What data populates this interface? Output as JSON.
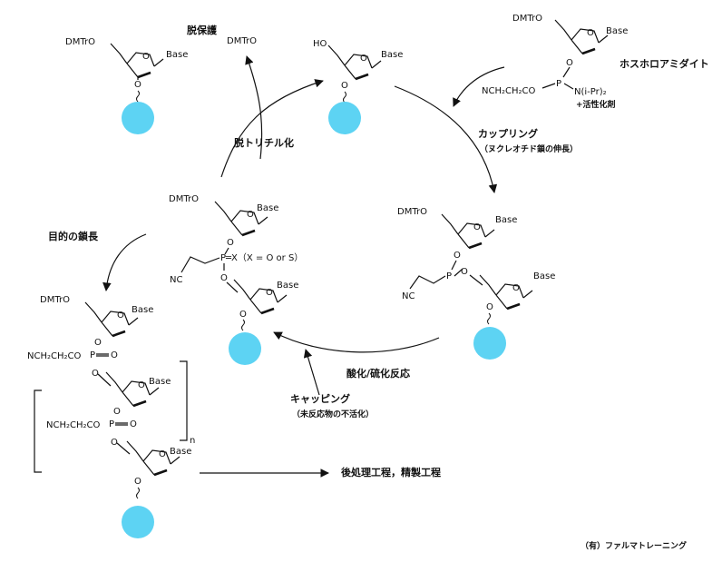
{
  "labels": {
    "deprotection": "脱保護",
    "detritylation": "脱トリチル化",
    "phosphoramidite": "ホスホロアミダイト",
    "activator": "+活性化剤",
    "coupling": "カップリング",
    "coupling_note": "（ヌクレオチド鎖の伸長）",
    "oxidation": "酸化/硫化反応",
    "capping": "キャッピング",
    "capping_note": "（未反応物の不活化）",
    "target_chain": "目的の鎖長",
    "post_processing": "後処理工程，精製工程",
    "credit": "（有）ファルマトレーニング"
  },
  "chem": {
    "dmtro": "DMTrO",
    "ho": "HO",
    "base": "Base",
    "o": "O",
    "p": "P",
    "px": "P═X（X = O or S）",
    "nc": "NC",
    "cyanoethyl": "NCH₂CH₂CO",
    "amide": "N(i-Pr)₂",
    "repeat": "n"
  },
  "colors": {
    "solid_support": "#5dd3f3",
    "ink": "#111111"
  }
}
